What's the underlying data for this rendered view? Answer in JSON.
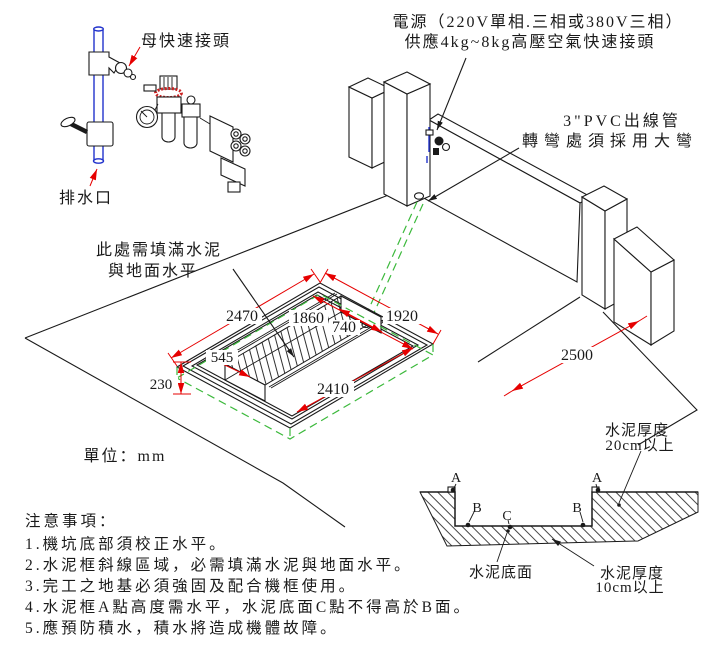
{
  "diagram": {
    "title_hint": "machine pit installation diagram",
    "unit_note": "單位：mm",
    "labels": {
      "female_coupler": "母快速接頭",
      "drain": "排水口",
      "power_line1": "電源（220V單相.三相或380V三相）",
      "power_line2": "供應4kg~8kg高壓空氣快速接頭",
      "pvc_line1": "3\"PVC出線管",
      "pvc_line2": "轉彎處須採用大彎",
      "cement_fill_line1": "此處需填滿水泥",
      "cement_fill_line2": "與地面水平",
      "thickness20_line1": "水泥厚度",
      "thickness20_line2": "20cm以上",
      "cement_bottom": "水泥底面",
      "thickness10_line1": "水泥厚度",
      "thickness10_line2": "10cm以上"
    },
    "dimensions": {
      "d2470": "2470",
      "d1860": "1860",
      "d740": "740",
      "d1920": "1920",
      "d545": "545",
      "d2410": "2410",
      "d230": "230",
      "d2500": "2500"
    },
    "section_points": {
      "a": "A",
      "b": "B",
      "c": "C"
    },
    "notes": {
      "title": "注意事項：",
      "items": [
        "1.機坑底部須校正水平。",
        "2.水泥框斜線區域，必需填滿水泥與地面水平。",
        "3.完工之地基必須強固及配合機框使用。",
        "4.水泥框A點高度需水平，水泥底面C點不得高於B面。",
        "5.應預防積水，積水將造成機體故障。"
      ]
    },
    "colors": {
      "dimension_red": "#e60000",
      "conduit_green": "#3cb93c",
      "pipe_blue": "#2233cc",
      "line_black": "#1a1a1a"
    }
  }
}
